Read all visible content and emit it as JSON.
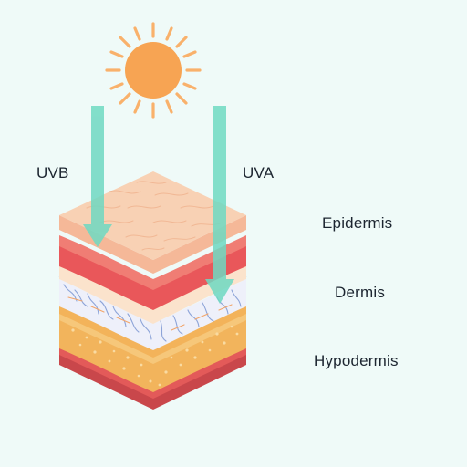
{
  "diagram": {
    "rays": {
      "uvb": "UVB",
      "uva": "UVA"
    },
    "layers": {
      "epidermis": "Epidermis",
      "dermis": "Dermis",
      "hypodermis": "Hypodermis"
    },
    "colors": {
      "background": "#effaf8",
      "sun_core": "#f7a453",
      "sun_rays": "#f9b16b",
      "arrow": "#6fd9c2",
      "epidermis_top": "#f7cda8",
      "red_layer": "#ef6f6d",
      "dermis_band": "#fbe3cc",
      "vessel_band": "#eef0fa",
      "vessels": "#8da4d8",
      "fat_layer": "#f6c77a",
      "base_red": "#e35a59"
    }
  }
}
